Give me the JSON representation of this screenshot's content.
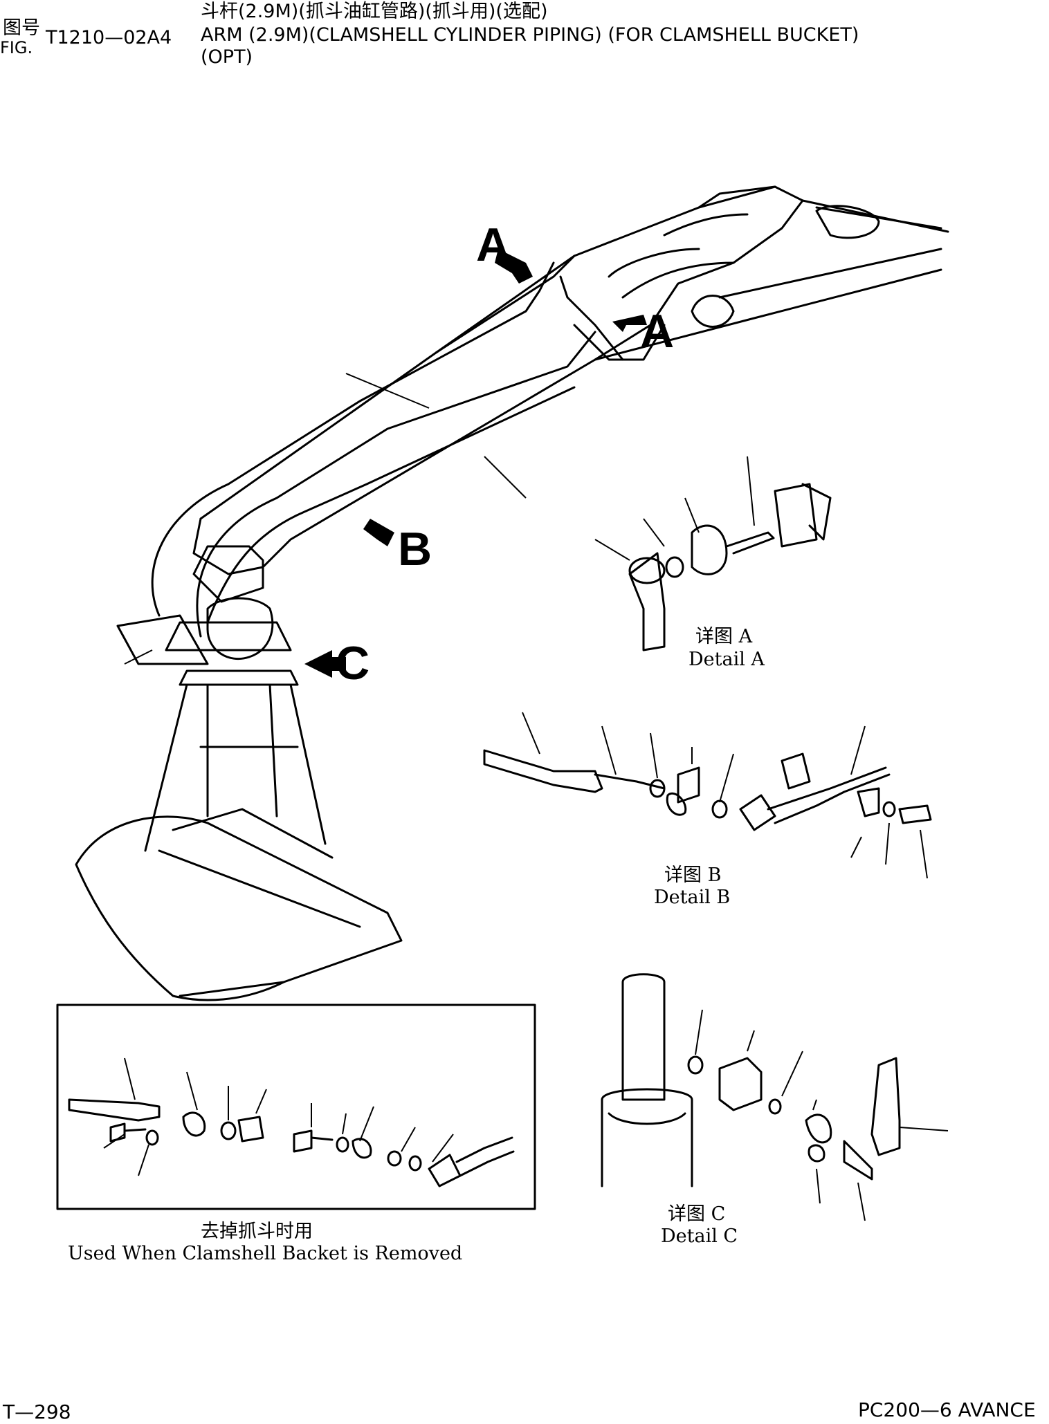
{
  "header": {
    "fig_cn": "图号",
    "fig_en": "FIG.",
    "fig_number": "T1210—02A4",
    "title_cn": "斗杆(2.9M)(抓斗油缸管路)(抓斗用)(选配)",
    "title_en_line1": "ARM (2.9M)(CLAMSHELL CYLINDER PIPING) (FOR CLAMSHELL BUCKET)",
    "title_en_line2": "(OPT)"
  },
  "callouts": {
    "a_left": "A",
    "a_right": "A",
    "b": "B",
    "c": "C"
  },
  "details": {
    "a_cn": "详图 A",
    "a_en": "Detail A",
    "b_cn": "详图 B",
    "b_en": "Detail B",
    "c_cn": "详图 C",
    "c_en": "Detail C"
  },
  "inset": {
    "caption_cn": "去掉抓斗时用",
    "caption_en": "Used When Clamshell Backet is Removed"
  },
  "footer": {
    "page": "T—298",
    "model": "PC200—6 AVANCE"
  }
}
